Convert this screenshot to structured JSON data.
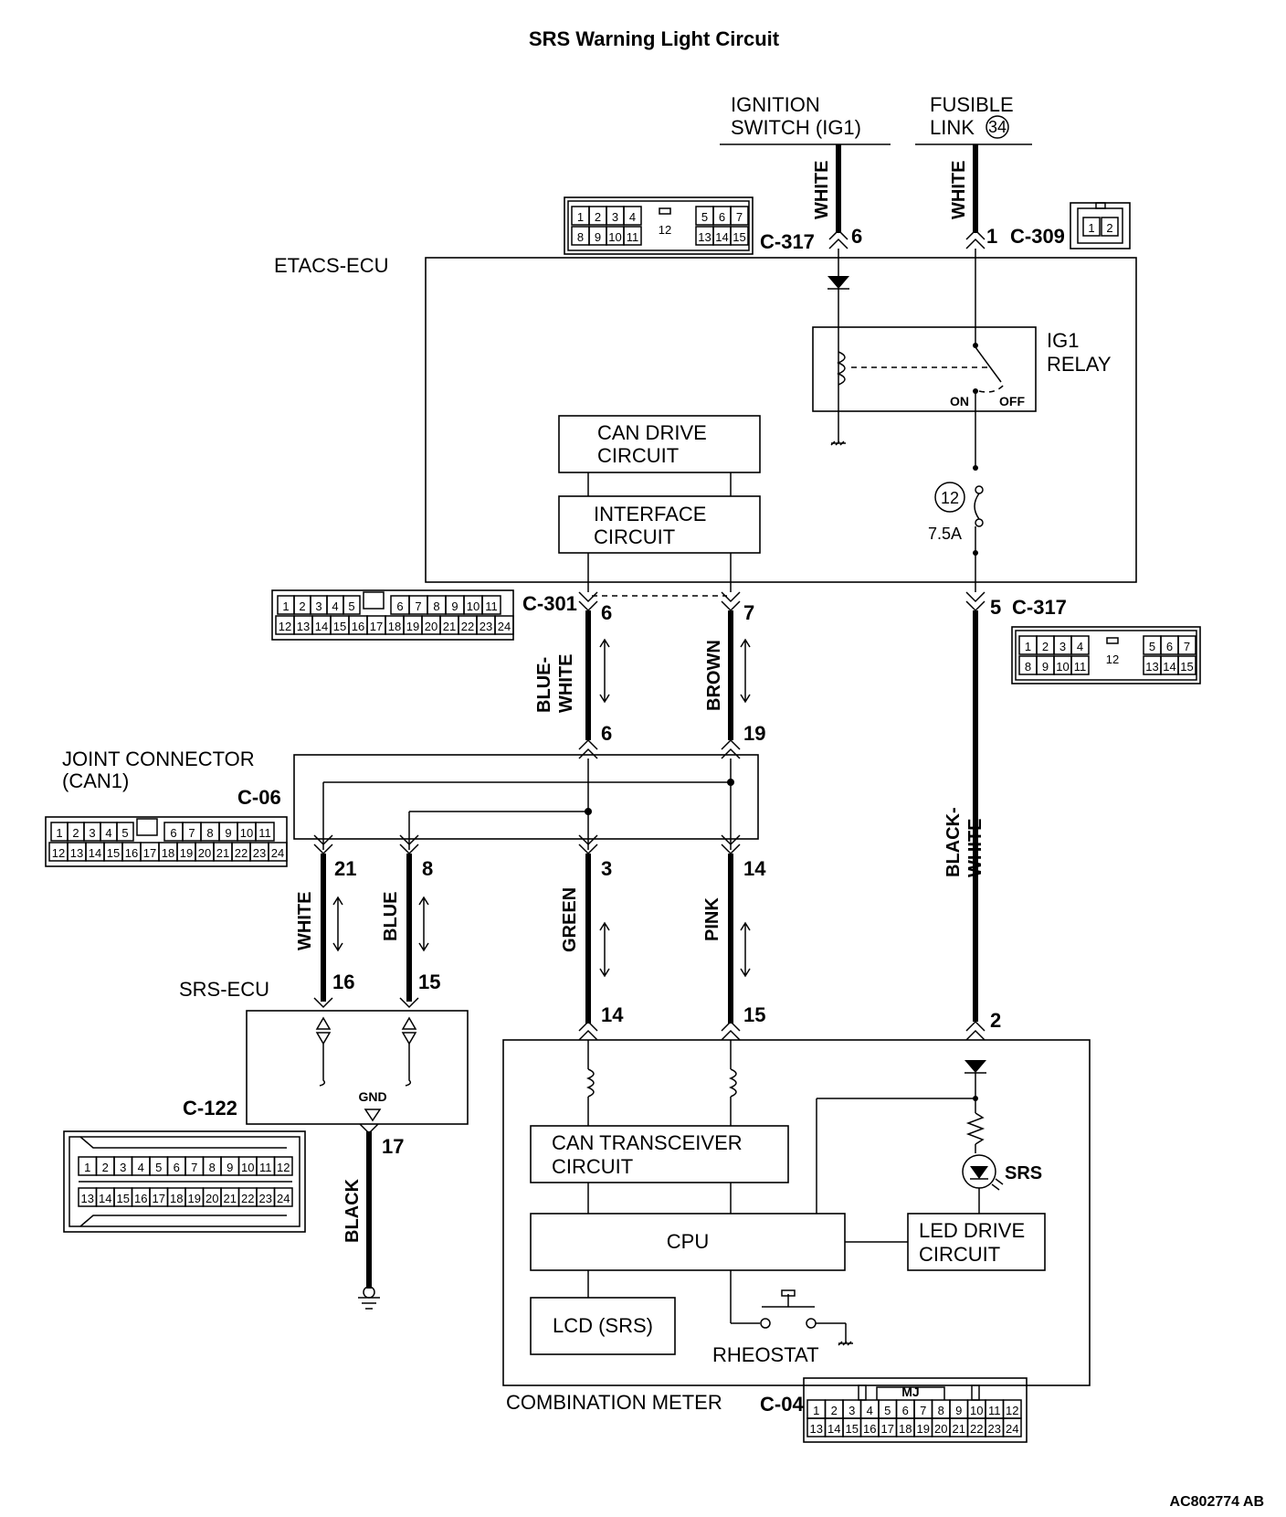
{
  "title": "SRS Warning Light Circuit",
  "figure_ref": "AC802774 AB",
  "sources": {
    "ignition_line1": "IGNITION",
    "ignition_line2": "SWITCH (IG1)",
    "fusible_line1": "FUSIBLE",
    "fusible_line2": "LINK",
    "fusible_num": "34"
  },
  "etacs": {
    "label": "ETACS-ECU",
    "can_drive_line1": "CAN DRIVE",
    "can_drive_line2": "CIRCUIT",
    "interface_line1": "INTERFACE",
    "interface_line2": "CIRCUIT",
    "relay_line1": "IG1",
    "relay_line2": "RELAY",
    "relay_on": "ON",
    "relay_off": "OFF",
    "fuse_num": "12",
    "fuse_rating": "7.5A"
  },
  "connectors": {
    "c317": "C-317",
    "c309": "C-309",
    "c301": "C-301",
    "c06": "C-06",
    "c122": "C-122",
    "c04": "C-04",
    "mj": "MJ"
  },
  "joint": {
    "line1": "JOINT CONNECTOR",
    "line2": "(CAN1)"
  },
  "srs_ecu": {
    "label": "SRS-ECU",
    "gnd": "GND"
  },
  "meter": {
    "label": "COMBINATION METER",
    "can_line1": "CAN TRANSCEIVER",
    "can_line2": "CIRCUIT",
    "cpu": "CPU",
    "led_line1": "LED DRIVE",
    "led_line2": "CIRCUIT",
    "lcd": "LCD (SRS)",
    "rheostat": "RHEOSTAT",
    "srs_lamp": "SRS"
  },
  "wires": {
    "white": "WHITE",
    "blue_white1": "BLUE-",
    "blue_white2": "WHITE",
    "brown": "BROWN",
    "black_white1": "BLACK-",
    "black_white2": "WHITE",
    "blue": "BLUE",
    "green": "GREEN",
    "pink": "PINK",
    "black": "BLACK"
  },
  "pins": {
    "p6": "6",
    "p1": "1",
    "p5": "5",
    "p7": "7",
    "p19": "19",
    "p21": "21",
    "p8": "8",
    "p3": "3",
    "p14": "14",
    "p16": "16",
    "p15": "15",
    "p2": "2",
    "p17": "17"
  },
  "connector_faces": {
    "c317_top": [
      "1",
      "2",
      "3",
      "4",
      "5",
      "6",
      "7"
    ],
    "c317_bottom": [
      "8",
      "9",
      "10",
      "11",
      "13",
      "14",
      "15"
    ],
    "c317_mid": "12",
    "c309": [
      "1",
      "2"
    ],
    "c24_top": [
      "1",
      "2",
      "3",
      "4",
      "5",
      "6",
      "7",
      "8",
      "9",
      "10",
      "11"
    ],
    "c24_bottom": [
      "12",
      "13",
      "14",
      "15",
      "16",
      "17",
      "18",
      "19",
      "20",
      "21",
      "22",
      "23",
      "24"
    ],
    "c122_top": [
      "1",
      "2",
      "3",
      "4",
      "5",
      "6",
      "7",
      "8",
      "9",
      "10",
      "11",
      "12"
    ],
    "c122_bottom": [
      "13",
      "14",
      "15",
      "16",
      "17",
      "18",
      "19",
      "20",
      "21",
      "22",
      "23",
      "24"
    ],
    "c04_top": [
      "1",
      "2",
      "3",
      "4",
      "5",
      "6",
      "7",
      "8",
      "9",
      "10",
      "11",
      "12"
    ],
    "c04_bottom": [
      "13",
      "14",
      "15",
      "16",
      "17",
      "18",
      "19",
      "20",
      "21",
      "22",
      "23",
      "24"
    ]
  }
}
